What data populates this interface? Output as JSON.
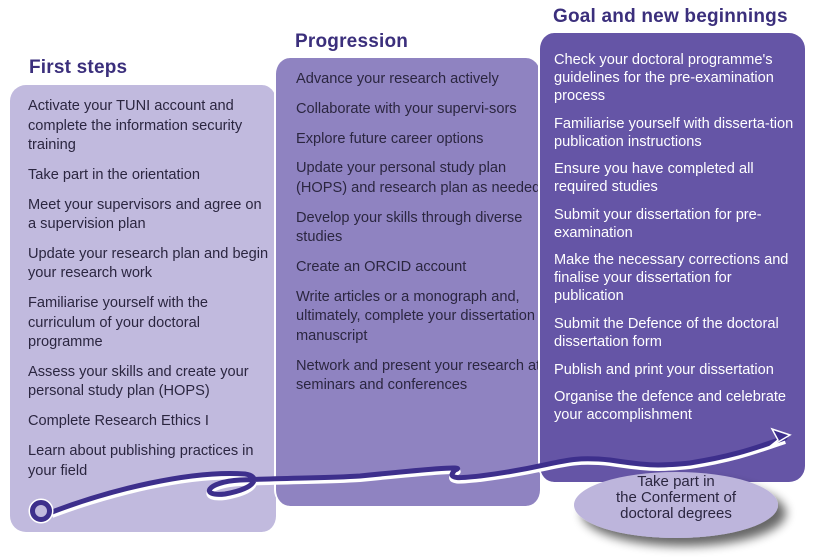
{
  "stages": [
    {
      "title": "First steps",
      "items": [
        "Activate your TUNI account and complete the information security training",
        "Take part in the orientation",
        "Meet your supervisors and agree on a supervision plan",
        "Update your research plan and begin your research work",
        "Familiarise yourself with the curriculum of your doctoral programme",
        "Assess your skills and create your personal study plan (HOPS)",
        "Complete Research Ethics I",
        "Learn about publishing practices in your field"
      ]
    },
    {
      "title": "Progression",
      "items": [
        "Advance your research actively",
        "Collaborate with your supervi-sors",
        "Explore future career options",
        "Update your personal study plan (HOPS) and research plan as needed",
        "Develop your skills through diverse studies",
        "Create an ORCID account",
        "Write articles or a monograph and, ultimately, complete your dissertation manuscript",
        "Network and present your research at seminars and conferences"
      ]
    },
    {
      "title": "Goal and new beginnings",
      "items": [
        "Check your doctoral programme's guidelines for the pre-examination process",
        "Familiarise yourself with disserta-tion publication instructions",
        "Ensure you have completed all required studies",
        "Submit your dissertation for pre-examination",
        "Make the necessary corrections and finalise your dissertation for publication",
        "Submit the Defence of the doctoral dissertation form",
        "Publish and print your dissertation",
        "Organise the defence and celebrate your accomplishment"
      ]
    }
  ],
  "final_step": {
    "line1": "Take part in",
    "line2": "the Conferment of",
    "line3": "doctoral degrees"
  },
  "colors": {
    "title": "#3b2f7c",
    "stage1_bg": "#c1bade",
    "stage2_bg": "#8f83c1",
    "stage3_bg": "#6555a6",
    "path": "#3d2f8c",
    "ellipse": "#bdb5dc"
  }
}
